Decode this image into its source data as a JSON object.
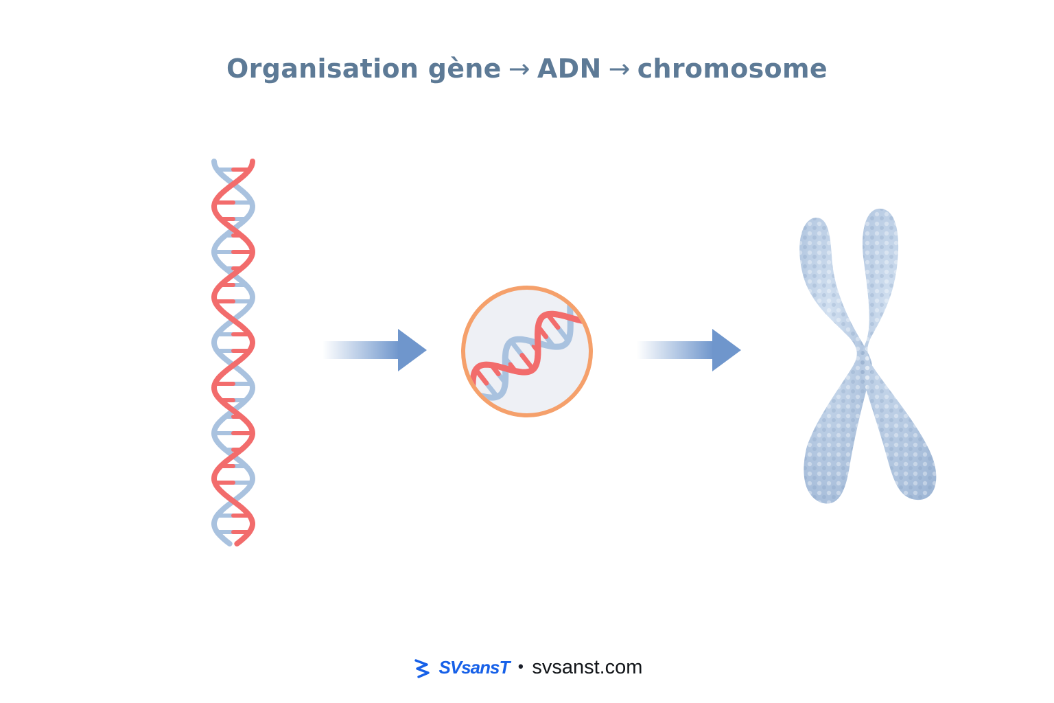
{
  "title": {
    "part1": "Organisation gène",
    "arrow1": "→",
    "part2": "ADN",
    "arrow2": "→",
    "part3": "chromosome"
  },
  "stages": [
    {
      "name": "gene",
      "icon": "dna-helix-long-icon"
    },
    {
      "name": "adn",
      "icon": "dna-zoom-circle-icon"
    },
    {
      "name": "chromosome",
      "icon": "chromosome-x-icon"
    }
  ],
  "footer": {
    "brand": "SVsansT",
    "separator": "•",
    "site": "svsanst.com"
  },
  "colors": {
    "title": "#5d7a96",
    "strand_red": "#f26c6c",
    "strand_blue": "#a9c2df",
    "arrow": "#6f96cc",
    "circle_ring": "#f5a06b",
    "circle_fill": "#eef0f5",
    "chromosome": "#b9cce4",
    "brand": "#1660e8"
  }
}
